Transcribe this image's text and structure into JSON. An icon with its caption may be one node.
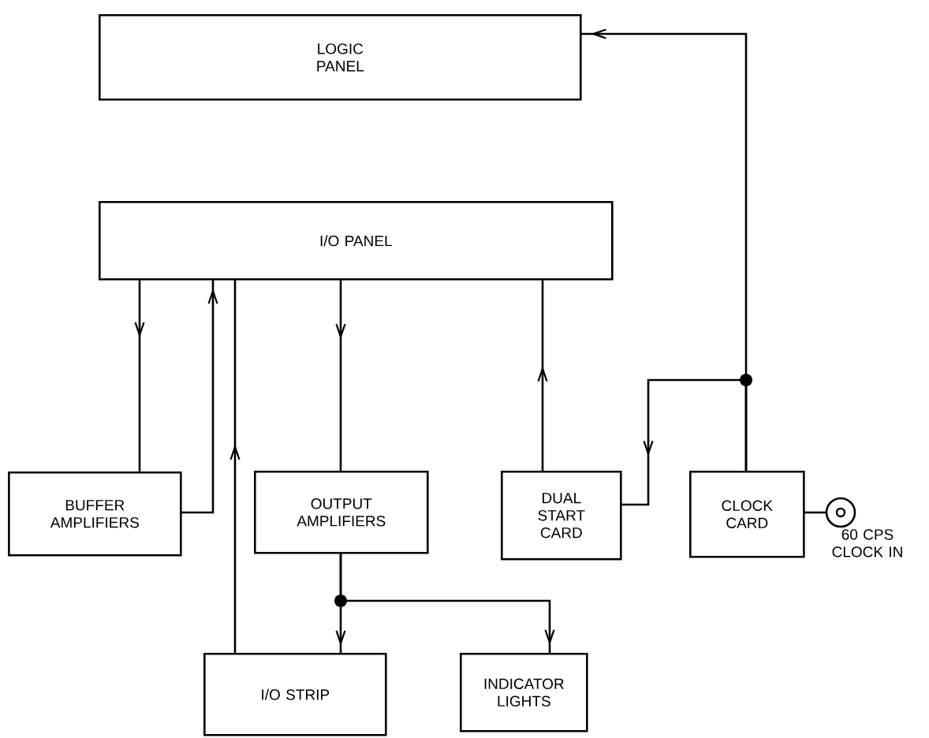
{
  "diagram": {
    "nodes": [
      {
        "text": [
          "LOGIC PANEL"
        ]
      },
      {
        "text": [
          "I/O PANEL"
        ]
      },
      {
        "text": [
          "BUFFER AMPLIFIERS"
        ]
      },
      {
        "text": [
          "OUTPUT AMPLIFIERS"
        ]
      },
      {
        "text": [
          "DUAL START CARD"
        ]
      },
      {
        "text": [
          "CLOCK CARD"
        ]
      },
      {
        "text": [],
        "shape": "circle",
        "beside": [
          "60 CPS CLOCK IN"
        ]
      },
      {
        "text": [
          "I/O STRIP"
        ]
      },
      {
        "text": [
          "INDICATOR LIGHTS"
        ]
      }
    ],
    "edges": [
      {
        "from": 1,
        "to": 2,
        "arrow": "to"
      },
      {
        "from": 2,
        "to": 1,
        "arrow": "to"
      },
      {
        "from": 7,
        "to": 1,
        "arrow": "to"
      },
      {
        "from": 1,
        "to": 3,
        "arrow": "to"
      },
      {
        "from": 4,
        "to": 1,
        "arrow": "to"
      },
      {
        "from": 5,
        "to": 0,
        "arrow": "to"
      },
      {
        "from": 5,
        "to": 4,
        "arrow": "to"
      },
      {
        "from": 3,
        "to": 7,
        "arrow": "to"
      },
      {
        "from": 3,
        "to": 8,
        "arrow": "to"
      },
      {
        "from": 5,
        "to": 6,
        "arrow": "none"
      }
    ]
  }
}
